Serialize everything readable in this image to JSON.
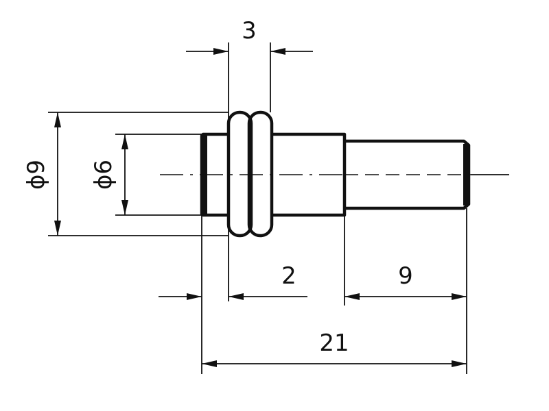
{
  "drawing": {
    "dimensions": {
      "ring_width": "3",
      "outer_diameter": "ϕ9",
      "inner_diameter": "ϕ6",
      "flange_offset": "2",
      "spigot_length": "9",
      "total_length": "21"
    }
  }
}
